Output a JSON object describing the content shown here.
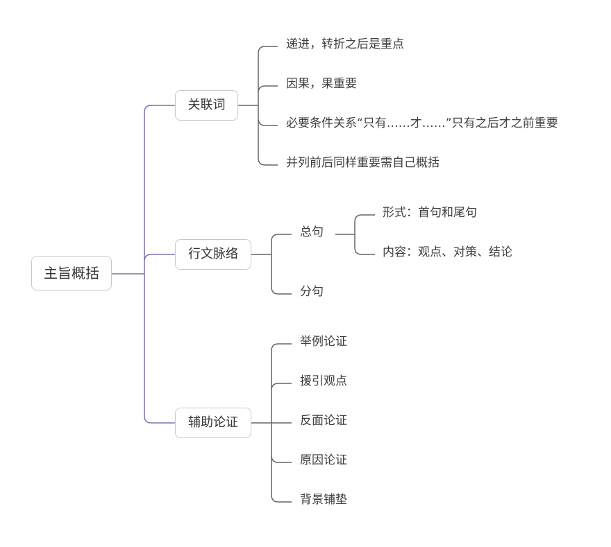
{
  "mindmap": {
    "root": {
      "label": "主旨概括"
    },
    "branches": [
      {
        "label": "关联词",
        "children": [
          {
            "label": "递进，转折之后是重点"
          },
          {
            "label": "因果，果重要"
          },
          {
            "label": "必要条件关系“只有……才……”只有之后才之前重要"
          },
          {
            "label": "并列前后同样重要需自己概括"
          }
        ]
      },
      {
        "label": "行文脉络",
        "children": [
          {
            "label": "总句",
            "children": [
              {
                "label": "形式：首句和尾句"
              },
              {
                "label": "内容：观点、对策、结论"
              }
            ]
          },
          {
            "label": "分句"
          }
        ]
      },
      {
        "label": "辅助论证",
        "children": [
          {
            "label": "举例论证"
          },
          {
            "label": "援引观点"
          },
          {
            "label": "反面论证"
          },
          {
            "label": "原因论证"
          },
          {
            "label": "背景铺垫"
          }
        ]
      }
    ],
    "colors": {
      "root_connector": "#7b72b0",
      "branch_connector": "#666666",
      "node_border": "#c8c8c8",
      "text": "#333333"
    }
  }
}
